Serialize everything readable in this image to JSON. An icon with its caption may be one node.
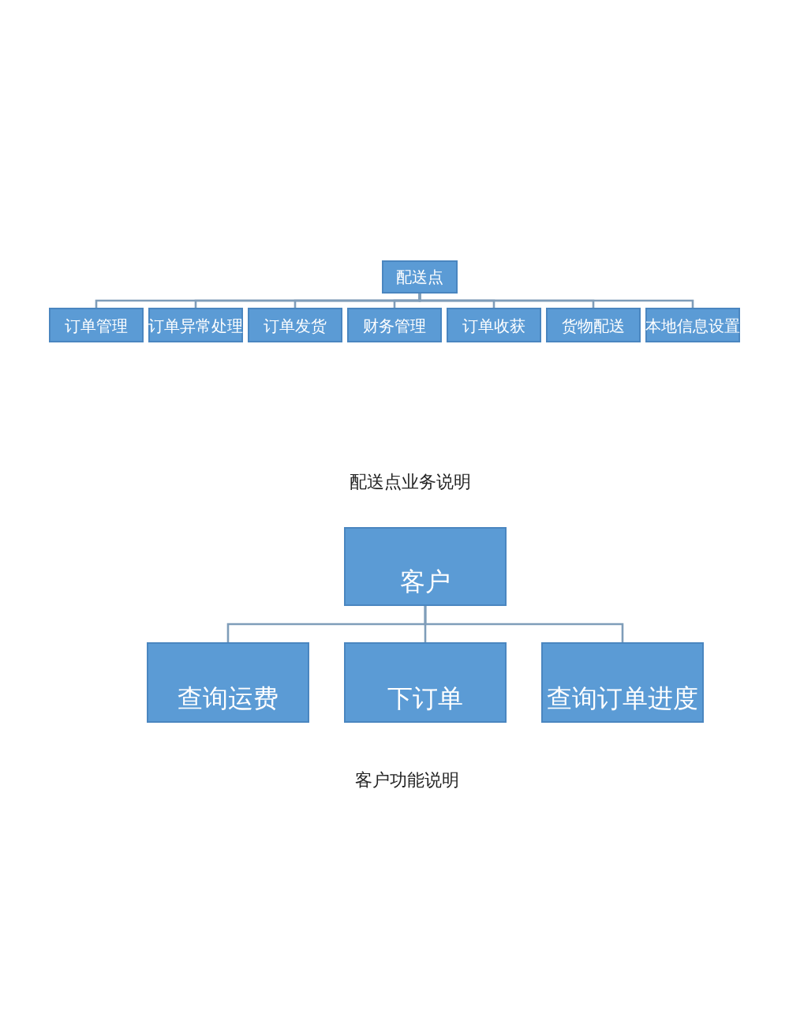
{
  "diagram": {
    "nodes": [
      {
        "text": [
          "配送点"
        ]
      },
      {
        "text": [
          "订单管理"
        ]
      },
      {
        "text": [
          "订单异常处理"
        ]
      },
      {
        "text": [
          "订单发货"
        ]
      },
      {
        "text": [
          "财务管理"
        ]
      },
      {
        "text": [
          "订单收获"
        ]
      },
      {
        "text": [
          "货物配送"
        ]
      },
      {
        "text": [
          "本地信息设置"
        ]
      },
      {
        "text": [
          "客户"
        ]
      },
      {
        "text": [
          "查询运费"
        ]
      },
      {
        "text": [
          "下订单"
        ]
      },
      {
        "text": [
          "查询订单进度"
        ]
      }
    ],
    "edges": [
      {
        "from": 0,
        "to": 1,
        "arrow": "none"
      },
      {
        "from": 0,
        "to": 2,
        "arrow": "none"
      },
      {
        "from": 0,
        "to": 3,
        "arrow": "none"
      },
      {
        "from": 0,
        "to": 4,
        "arrow": "none"
      },
      {
        "from": 0,
        "to": 5,
        "arrow": "none"
      },
      {
        "from": 0,
        "to": 6,
        "arrow": "none"
      },
      {
        "from": 0,
        "to": 7,
        "arrow": "none"
      },
      {
        "from": 8,
        "to": 9,
        "arrow": "none"
      },
      {
        "from": 8,
        "to": 10,
        "arrow": "none"
      },
      {
        "from": 8,
        "to": 11,
        "arrow": "none"
      }
    ],
    "labels": [
      "配送点业务说明",
      "客户功能说明"
    ]
  }
}
